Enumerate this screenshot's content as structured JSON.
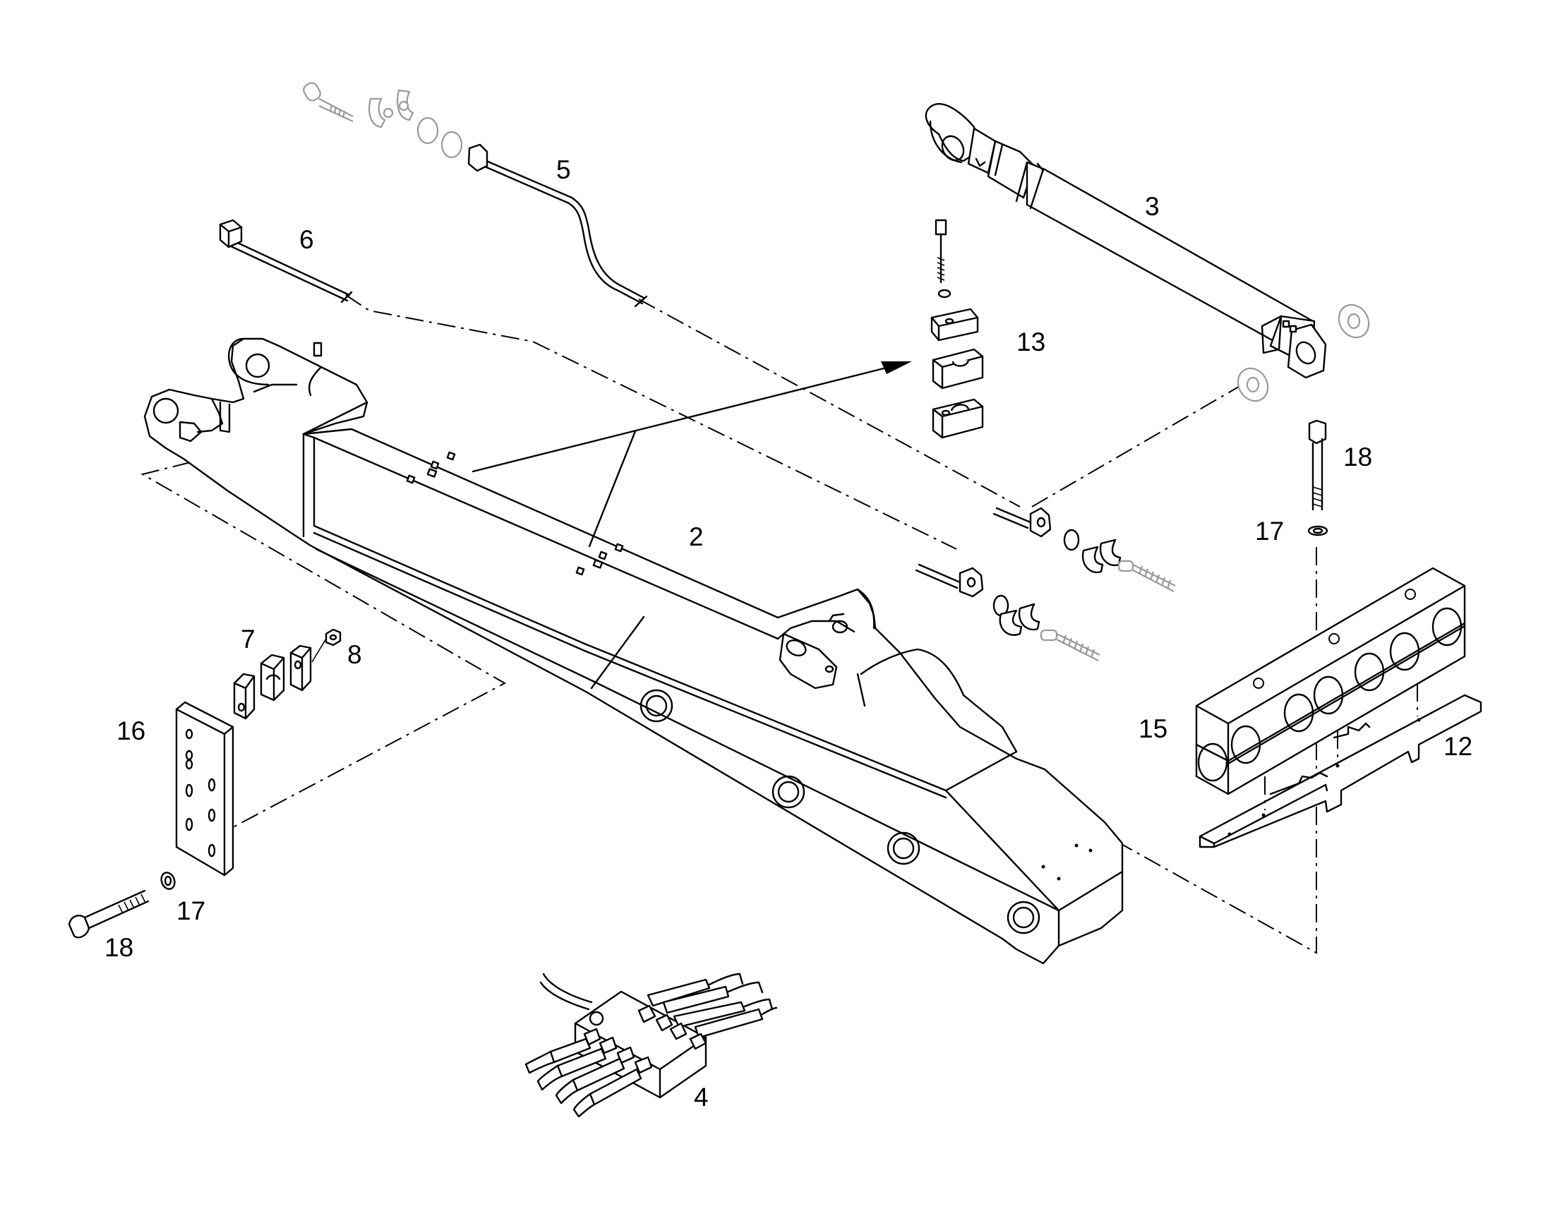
{
  "colors": {
    "line": "#000000",
    "ghost": "#999999",
    "background": "#ffffff"
  },
  "labels": {
    "boom": "2",
    "cylinder": "3",
    "valve_block": "4",
    "pipe_upper": "5",
    "pipe_left": "6",
    "clamp_small": "7",
    "nut": "8",
    "plate_strip": "12",
    "clamp_stack": "13",
    "clamp_block": "15",
    "plate": "16",
    "washer_left": "17",
    "washer_right": "17",
    "bolt_left": "18",
    "bolt_right": "18"
  }
}
